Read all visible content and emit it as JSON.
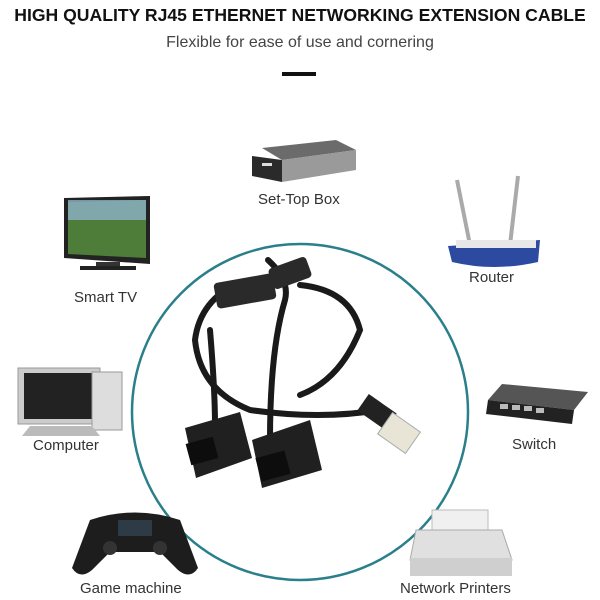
{
  "header": {
    "title": "HIGH QUALITY RJ45 ETHERNET NETWORKING EXTENSION CABLE",
    "subtitle": "Flexible for ease of use and cornering"
  },
  "devices": [
    {
      "label": "Set-Top Box",
      "icon": "set-top-box-icon"
    },
    {
      "label": "Smart TV",
      "icon": "smart-tv-icon"
    },
    {
      "label": "Router",
      "icon": "router-icon"
    },
    {
      "label": "Computer",
      "icon": "computer-icon"
    },
    {
      "label": "Switch",
      "icon": "switch-icon"
    },
    {
      "label": "Game machine",
      "icon": "gamepad-icon"
    },
    {
      "label": "Network Printers",
      "icon": "printer-icon"
    }
  ],
  "colors": {
    "circle": "#2a7f8a",
    "cable": "#1a1a1a"
  }
}
